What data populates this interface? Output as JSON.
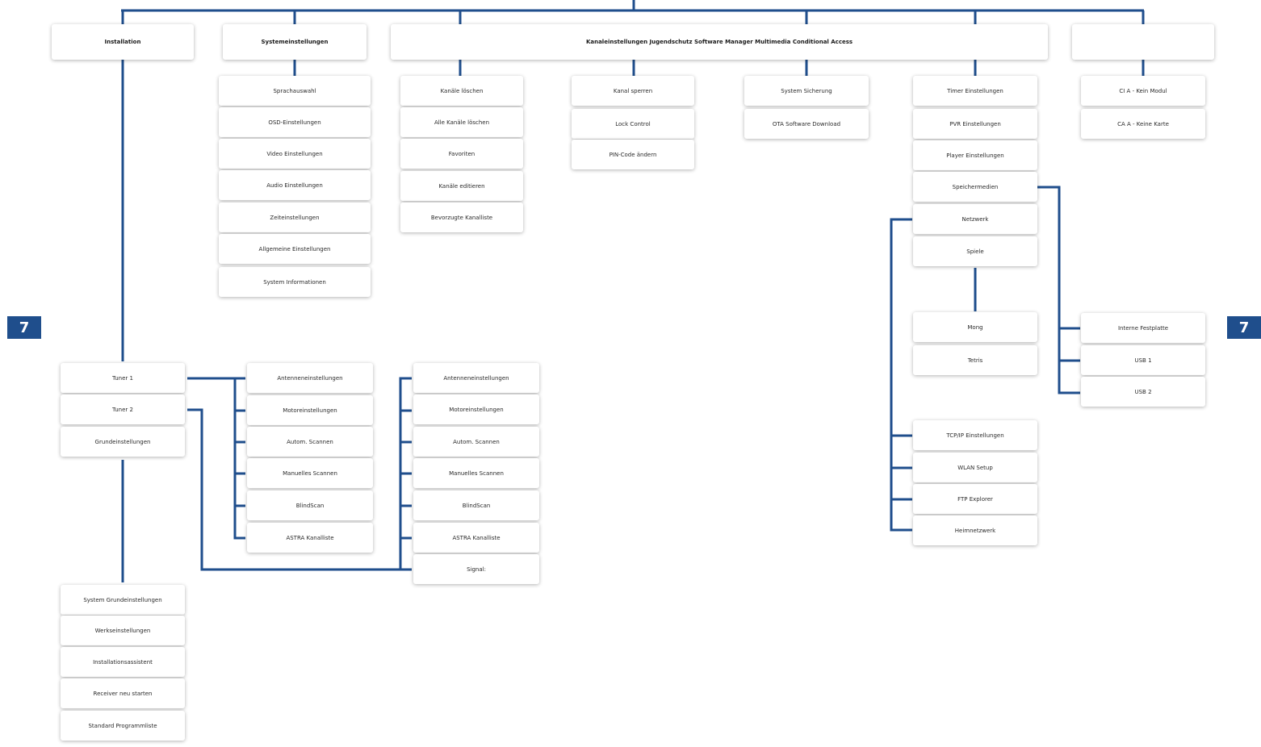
{
  "page_tab": "7",
  "colors": {
    "connector": "#1f4e8c",
    "tab": "#1f4e8c"
  },
  "headers": {
    "installation": "Installation",
    "systemeinstellungen": "Systemeinstellungen",
    "combined": "Kanaleinstellungen Jugendschutz Software Manager Multimedia Conditional Access",
    "blank": ""
  },
  "system_menu": [
    "Sprachauswahl",
    "OSD-Einstellungen",
    "Video Einstellungen",
    "Audio Einstellungen",
    "Zeiteinstellungen",
    "Allgemeine Einstellungen",
    "System Informationen"
  ],
  "kanal_menu": [
    "Kanäle löschen",
    "Alle Kanäle löschen",
    "Favoriten",
    "Kanäle editieren",
    "Bevorzugte Kanalliste"
  ],
  "jugendschutz_menu": [
    "Kanal sperren",
    "Lock Control",
    "PIN-Code ändern"
  ],
  "software_menu": [
    "System Sicherung",
    "OTA Software Download"
  ],
  "multimedia_menu": [
    "Timer Einstellungen",
    "PVR Einstellungen",
    "Player Einstellungen",
    "Speichermedien",
    "Netzwerk",
    "Spiele"
  ],
  "games": [
    "Mong",
    "Tetris"
  ],
  "network": [
    "TCP/IP Einstellungen",
    "WLAN Setup",
    "FTP Explorer",
    "Heimnetzwerk"
  ],
  "storage": [
    "Interne Festplatte",
    "USB 1",
    "USB 2"
  ],
  "ca_menu": [
    "CI A - Kein Modul",
    "CA A - Keine Karte"
  ],
  "install_menu": [
    "Tuner 1",
    "Tuner 2",
    "Grundeinstellungen"
  ],
  "tuner1_menu": [
    "Antenneneinstellungen",
    "Motoreinstellungen",
    "Autom. Scannen",
    "Manuelles Scannen",
    "BlindScan",
    "ASTRA Kanalliste"
  ],
  "tuner2_menu": [
    "Antenneneinstellungen",
    "Motoreinstellungen",
    "Autom. Scannen",
    "Manuelles Scannen",
    "BlindScan",
    "ASTRA Kanalliste",
    "Signal:"
  ],
  "grund_menu": [
    "System Grundeinstellungen",
    "Werkseinstellungen",
    "Installationsassistent",
    "Receiver neu starten",
    "Standard Programmliste"
  ]
}
